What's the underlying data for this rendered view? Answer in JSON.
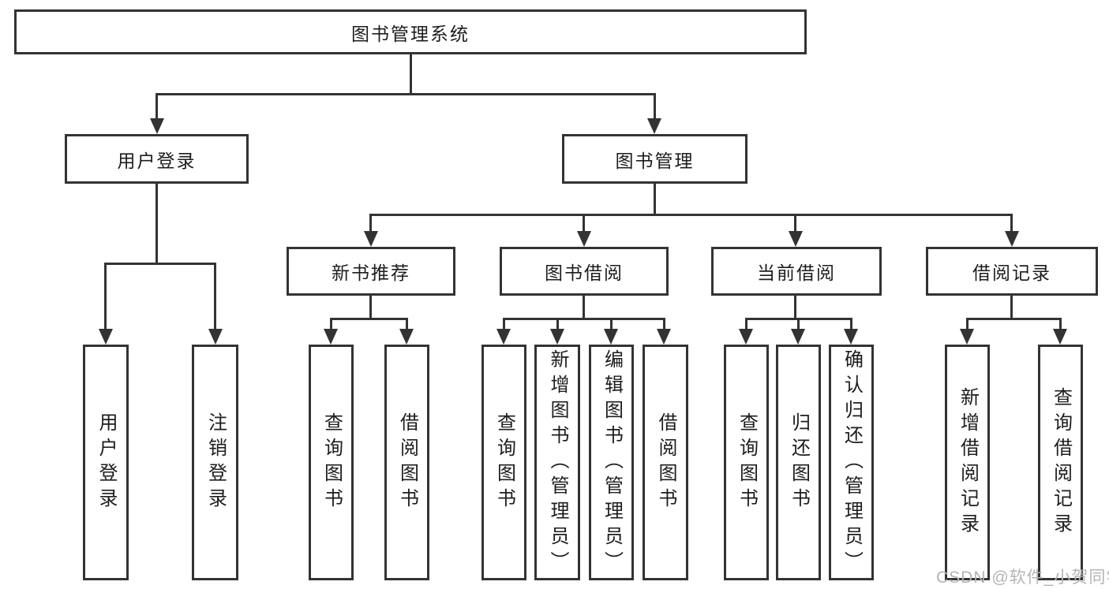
{
  "diagram": {
    "root": "图书管理系统",
    "level2": {
      "user_login": "用户登录",
      "book_mgmt": "图书管理"
    },
    "level3": {
      "new_book_rec": "新书推荐",
      "book_borrow": "图书借阅",
      "current_borrow": "当前借阅",
      "borrow_record": "借阅记录"
    },
    "leaves": {
      "user_login": "用户登录",
      "logout": "注销登录",
      "rec_query": "查询图书",
      "rec_borrow": "借阅图书",
      "bb_query": "查询图书",
      "bb_add": "新增图书（管理员）",
      "bb_edit": "编辑图书（管理员）",
      "bb_borrow": "借阅图书",
      "cb_query": "查询图书",
      "cb_return": "归还图书",
      "cb_confirm": "确认归还（管理员）",
      "br_add": "新增借阅记录",
      "br_query": "查询借阅记录"
    },
    "colors": {
      "line": "#333333",
      "text": "#1d1d1d",
      "background": "#ffffff",
      "watermark": "#b4b4b4"
    },
    "watermark": "CSDN @软件_小贺同学"
  }
}
